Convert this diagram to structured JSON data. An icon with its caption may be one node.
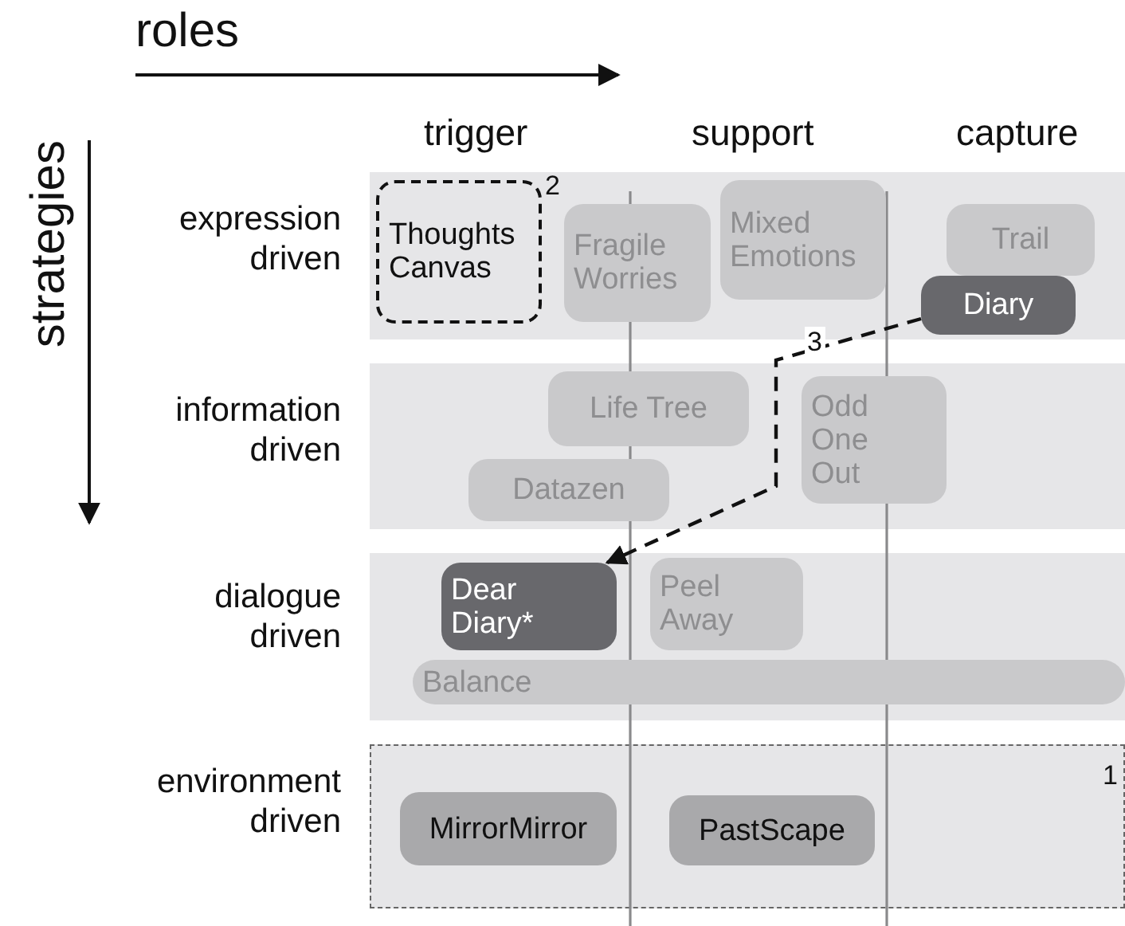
{
  "diagram": {
    "nodes": [
      {
        "text": [
          "expression driven"
        ]
      },
      {
        "text": [
          "Thoughts Canvas"
        ],
        "in": 0,
        "beside": [
          "2"
        ]
      },
      {
        "text": [
          "Fragile Worries"
        ],
        "in": 0
      },
      {
        "text": [
          "Mixed Emotions"
        ],
        "in": 0
      },
      {
        "text": [
          "Trail"
        ],
        "in": 0
      },
      {
        "text": [
          "Diary"
        ],
        "in": 0
      },
      {
        "text": [
          "information driven"
        ]
      },
      {
        "text": [
          "Life Tree"
        ],
        "in": 6
      },
      {
        "text": [
          "Odd One Out"
        ],
        "in": 6
      },
      {
        "text": [
          "Datazen"
        ],
        "in": 6
      },
      {
        "text": [
          "dialogue driven"
        ]
      },
      {
        "text": [
          "Dear Diary*"
        ],
        "in": 10
      },
      {
        "text": [
          "Peel Away"
        ],
        "in": 10
      },
      {
        "text": [
          "Balance"
        ],
        "in": 10
      },
      {
        "text": [
          "environment driven"
        ],
        "beside": [
          "1"
        ]
      },
      {
        "text": [
          "MirrorMirror"
        ],
        "in": 14
      },
      {
        "text": [
          "PastScape"
        ],
        "in": 14
      }
    ],
    "edges": [
      {
        "from": 5,
        "to": 11,
        "arrow": "to",
        "style": "dashed",
        "label": "3"
      }
    ],
    "labels": [
      "roles",
      "strategies",
      "trigger",
      "support",
      "capture"
    ]
  }
}
